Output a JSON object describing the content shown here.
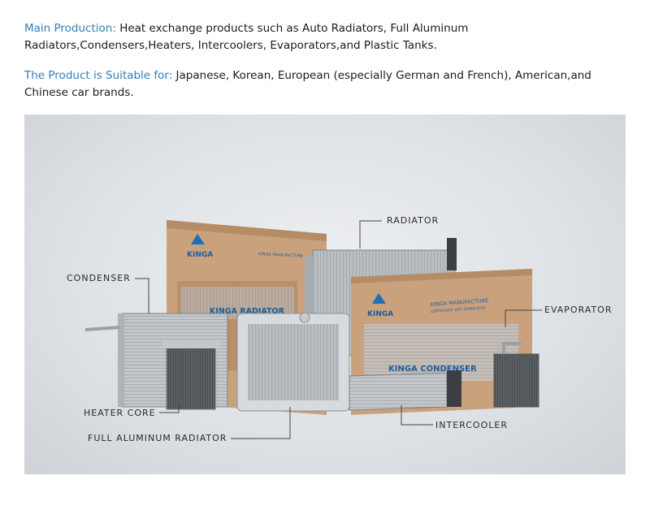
{
  "intro": {
    "main_production_label": "Main Production:",
    "main_production_text": " Heat exchange products such as Auto Radiators, Full Aluminum Radiators,Condensers,Heaters, Intercoolers, Evaporators,and Plastic Tanks.",
    "suitable_label": "The Product is Suitable for:",
    "suitable_text": " Japanese, Korean, European (especially German and French), American,and Chinese car brands."
  },
  "photo": {
    "labels": {
      "radiator": "RADIATOR",
      "condenser": "CONDENSER",
      "evaporator": "EVAPORATOR",
      "heater_core": "HEATER CORE",
      "full_aluminum_radiator": "FULL ALUMINUM RADIATOR",
      "intercooler": "INTERCOOLER"
    },
    "box_text": {
      "brand": "KINGA",
      "manufacture": "KINGA MANUFACTURE",
      "certificate": "CERTIFICATE IATF 16949:2016",
      "box_radiator": "KINGA RADIATOR",
      "box_condenser": "KINGA CONDENSER"
    }
  },
  "colors": {
    "accent": "#2f7fb8",
    "box": "#c8a07a",
    "box_text": "#1d5d9e"
  }
}
